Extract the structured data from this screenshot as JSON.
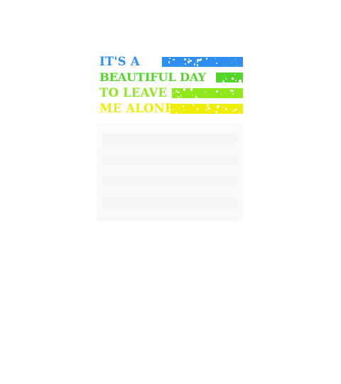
{
  "design": {
    "lines": [
      {
        "text": "IT'S A",
        "color": "#2e8ff0"
      },
      {
        "text": "BEAUTIFUL DAY",
        "color": "#52d62a"
      },
      {
        "text": "TO LEAVE",
        "color": "#8ee81a"
      },
      {
        "text": "ME ALONE",
        "color": "#f0ee00"
      }
    ]
  }
}
